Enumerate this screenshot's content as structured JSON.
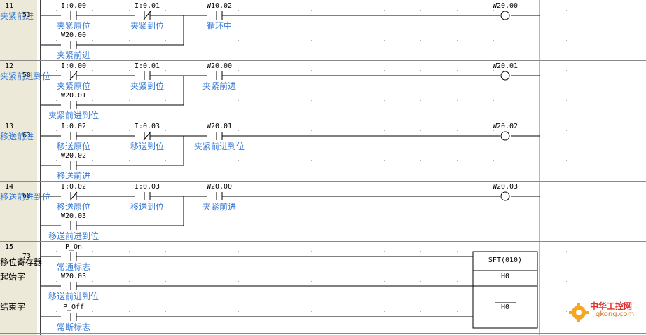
{
  "rungs": [
    {
      "num": "11",
      "step": "53",
      "contacts": [
        {
          "addr": "I:0.00",
          "comment": "夹紧原位",
          "type": "no"
        },
        {
          "addr": "I:0.01",
          "comment": "夹紧到位",
          "type": "nc"
        },
        {
          "addr": "W10.02",
          "comment": "循环中",
          "type": "no"
        }
      ],
      "seal": {
        "addr": "W20.00",
        "comment": "夹紧前进",
        "type": "no"
      },
      "coil": {
        "addr": "W20.00",
        "comment": "夹紧前进"
      }
    },
    {
      "num": "12",
      "step": "58",
      "contacts": [
        {
          "addr": "I:0.00",
          "comment": "夹紧原位",
          "type": "nc"
        },
        {
          "addr": "I:0.01",
          "comment": "夹紧到位",
          "type": "no"
        },
        {
          "addr": "W20.00",
          "comment": "夹紧前进",
          "type": "no"
        }
      ],
      "seal": {
        "addr": "W20.01",
        "comment": "夹紧前进到位",
        "type": "no"
      },
      "coil": {
        "addr": "W20.01",
        "comment": "夹紧前进到位"
      }
    },
    {
      "num": "13",
      "step": "63",
      "contacts": [
        {
          "addr": "I:0.02",
          "comment": "移送原位",
          "type": "no"
        },
        {
          "addr": "I:0.03",
          "comment": "移送到位",
          "type": "nc"
        },
        {
          "addr": "W20.01",
          "comment": "夹紧前进到位",
          "type": "no"
        }
      ],
      "seal": {
        "addr": "W20.02",
        "comment": "移送前进",
        "type": "no"
      },
      "coil": {
        "addr": "W20.02",
        "comment": "移送前进"
      }
    },
    {
      "num": "14",
      "step": "68",
      "contacts": [
        {
          "addr": "I:0.02",
          "comment": "移送原位",
          "type": "nc"
        },
        {
          "addr": "I:0.03",
          "comment": "移送到位",
          "type": "no"
        },
        {
          "addr": "W20.00",
          "comment": "夹紧前进",
          "type": "no"
        }
      ],
      "seal": {
        "addr": "W20.03",
        "comment": "移送前进到位",
        "type": "no"
      },
      "coil": {
        "addr": "W20.03",
        "comment": "移送前进到位"
      }
    }
  ],
  "rung15": {
    "num": "15",
    "step": "73",
    "inputs": [
      {
        "addr": "P_On",
        "comment": "常通标志"
      },
      {
        "addr": "W20.03",
        "comment": "移送前进到位"
      },
      {
        "addr": "P_Off",
        "comment": "常断标志"
      }
    ],
    "block": {
      "name": "SFT(010)",
      "start_operand": "H0",
      "end_operand": "H0"
    },
    "block_comments": {
      "header": "移位寄存器",
      "start": "起始字",
      "end": "结束字"
    }
  },
  "watermark": {
    "title": "中华工控网",
    "site": "gkong.com"
  },
  "colors": {
    "comment": "#3a7bd5",
    "gutter": "#ece9d8",
    "wire": "#000000",
    "grid": "#b0b0b0"
  }
}
